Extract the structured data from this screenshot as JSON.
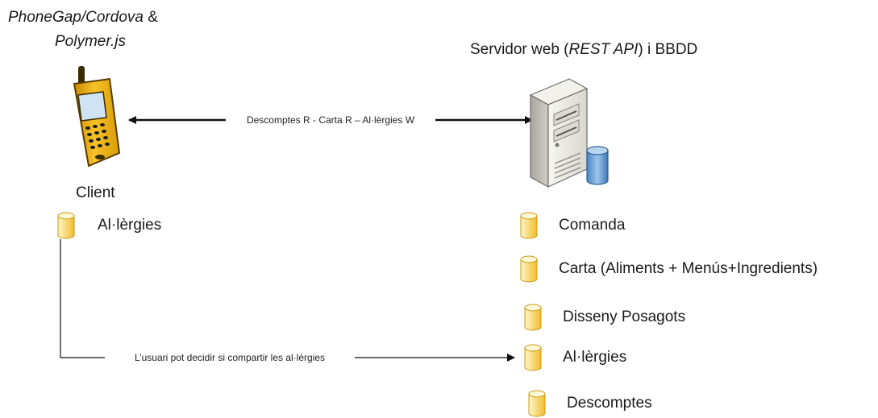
{
  "client": {
    "tech_line1_a": "PhoneGap/Cordova",
    "tech_line1_b": " &",
    "tech_line2": "Polymer.js",
    "label": "Client",
    "stores": [
      "Al·lèrgies"
    ]
  },
  "server": {
    "title_prefix": "Servidor web  (",
    "title_italic": "REST API",
    "title_suffix": ") i BBDD",
    "stores": [
      "Comanda",
      "Carta (Aliments + Menús+Ingredients)",
      "Disseny Posagots",
      "Al·lèrgies",
      "Descomptes"
    ]
  },
  "edges": {
    "sync_label": "Descomptes R - Carta R – Al·lèrgies W",
    "share_label": "L’usuari pot decidir si compartir les al·lèrgies"
  },
  "colors": {
    "phone_body": "#f3b313",
    "phone_outline": "#5a3c00",
    "screen": "#cfe3f5",
    "db_yellow_light": "#fff4b8",
    "db_yellow_dark": "#f2c23a",
    "server_case": "#eae9e4",
    "server_db_blue": "#6fa8dc",
    "line": "#111111"
  },
  "icons": {
    "client_device": "mobile-phone-icon",
    "server_device": "server-tower-icon",
    "store": "database-cylinder-icon"
  }
}
